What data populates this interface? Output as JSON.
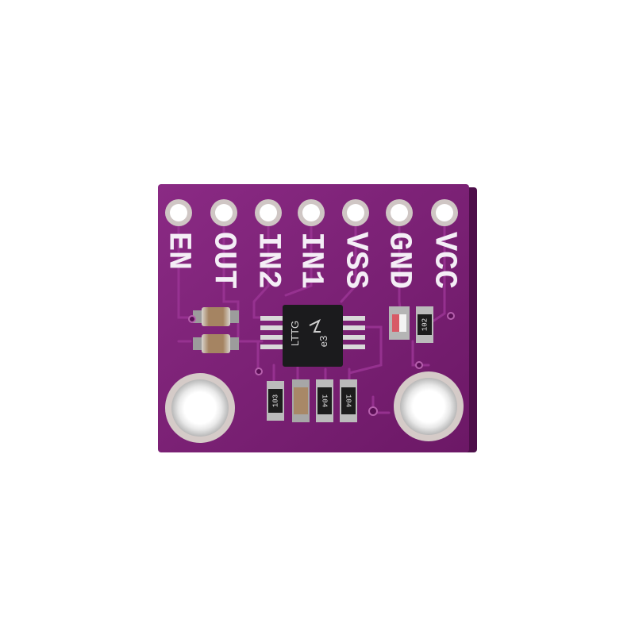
{
  "board": {
    "color": "#7a1f73",
    "pins": [
      {
        "label": "EN"
      },
      {
        "label": "OUT"
      },
      {
        "label": "IN2"
      },
      {
        "label": "IN1"
      },
      {
        "label": "VSS"
      },
      {
        "label": "GND"
      },
      {
        "label": "VCC"
      }
    ],
    "chip": {
      "line1": "LTTG",
      "line2": "e3"
    },
    "resistor_codes": [
      "102",
      "103",
      "104",
      "104"
    ]
  }
}
